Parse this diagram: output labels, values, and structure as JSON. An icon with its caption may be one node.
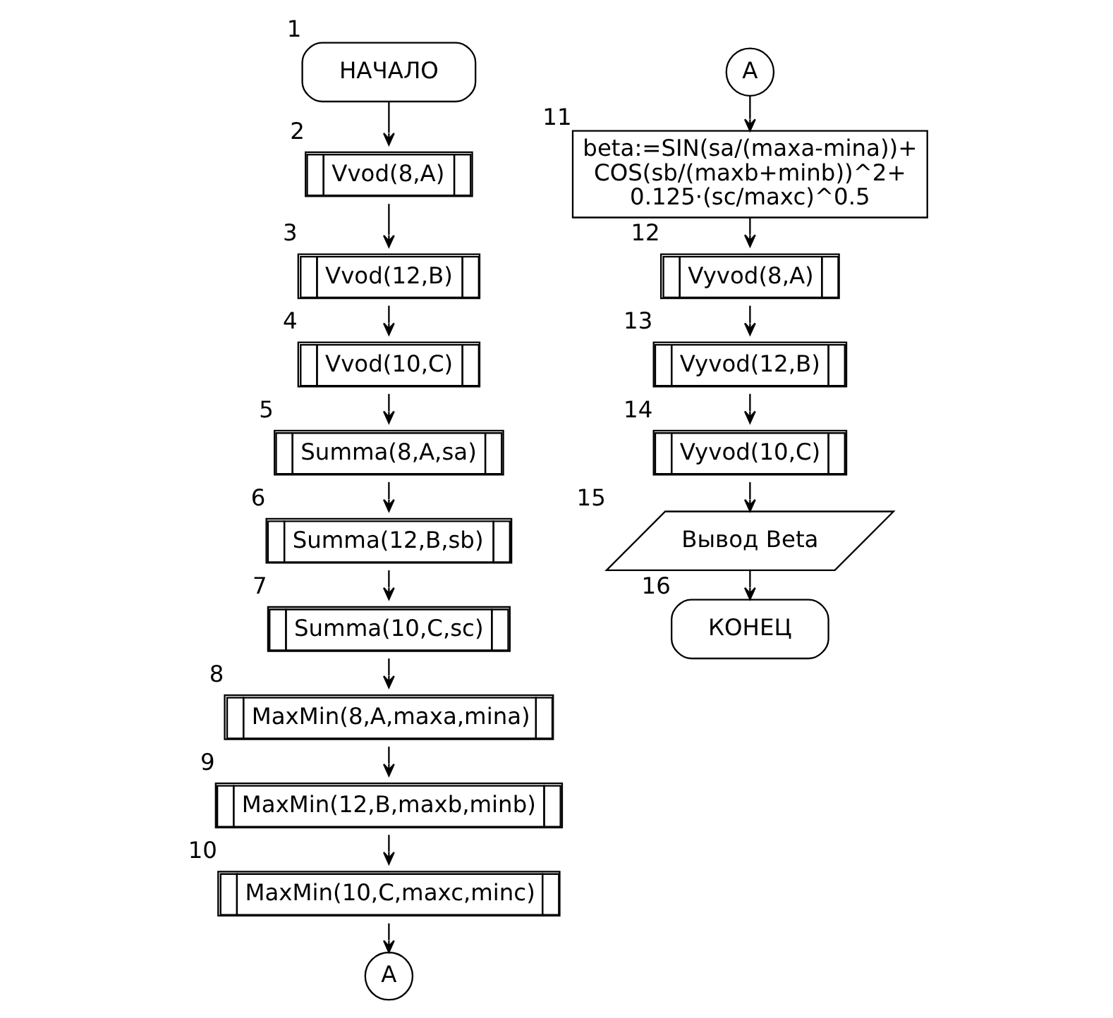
{
  "diagram": {
    "nodes": [
      {
        "text": [
          "НАЧАЛО"
        ],
        "beside": [
          "1"
        ]
      },
      {
        "text": [
          "Vvod(8,A)"
        ],
        "beside": [
          "2"
        ]
      },
      {
        "text": [
          "Vvod(12,B)"
        ],
        "beside": [
          "3"
        ]
      },
      {
        "text": [
          "Vvod(10,C)"
        ],
        "beside": [
          "4"
        ]
      },
      {
        "text": [
          "Summa(8,A,sa)"
        ],
        "beside": [
          "5"
        ]
      },
      {
        "text": [
          "Summa(12,B,sb)"
        ],
        "beside": [
          "6"
        ]
      },
      {
        "text": [
          "Summa(10,C,sc)"
        ],
        "beside": [
          "7"
        ]
      },
      {
        "text": [
          "MaxMin(8,A,maxa,mina)"
        ],
        "beside": [
          "8"
        ]
      },
      {
        "text": [
          "MaxMin(12,B,maxb,minb)"
        ],
        "beside": [
          "9"
        ]
      },
      {
        "text": [
          "MaxMin(10,C,maxc,minc)"
        ],
        "beside": [
          "10"
        ]
      },
      {
        "text": [
          "A"
        ]
      },
      {
        "text": [
          "A"
        ]
      },
      {
        "text": [
          "beta:=SIN(sa/(maxa-mina))+ COS(sb/(maxb+minb))^2+ 0.125·(sc/maxc)^0.5"
        ],
        "beside": [
          "11"
        ]
      },
      {
        "text": [
          "Vyvod(8,A)"
        ],
        "beside": [
          "12"
        ]
      },
      {
        "text": [
          "Vyvod(12,B)"
        ],
        "beside": [
          "13"
        ]
      },
      {
        "text": [
          "Vyvod(10,C)"
        ],
        "beside": [
          "14"
        ]
      },
      {
        "text": [
          "Вывод Beta"
        ],
        "beside": [
          "15"
        ]
      },
      {
        "text": [
          "КОНЕЦ"
        ],
        "beside": [
          "16"
        ]
      }
    ],
    "edges": [
      {
        "from": 0,
        "to": 1,
        "arrow": "to"
      },
      {
        "from": 1,
        "to": 2,
        "arrow": "to"
      },
      {
        "from": 2,
        "to": 3,
        "arrow": "to"
      },
      {
        "from": 3,
        "to": 4,
        "arrow": "to"
      },
      {
        "from": 4,
        "to": 5,
        "arrow": "to"
      },
      {
        "from": 5,
        "to": 6,
        "arrow": "to"
      },
      {
        "from": 6,
        "to": 7,
        "arrow": "to"
      },
      {
        "from": 7,
        "to": 8,
        "arrow": "to"
      },
      {
        "from": 8,
        "to": 9,
        "arrow": "to"
      },
      {
        "from": 9,
        "to": 10,
        "arrow": "to"
      },
      {
        "from": 11,
        "to": 12,
        "arrow": "to"
      },
      {
        "from": 12,
        "to": 13,
        "arrow": "to"
      },
      {
        "from": 13,
        "to": 14,
        "arrow": "to"
      },
      {
        "from": 14,
        "to": 15,
        "arrow": "to"
      },
      {
        "from": 15,
        "to": 16,
        "arrow": "to"
      },
      {
        "from": 16,
        "to": 17,
        "arrow": "to"
      }
    ]
  }
}
